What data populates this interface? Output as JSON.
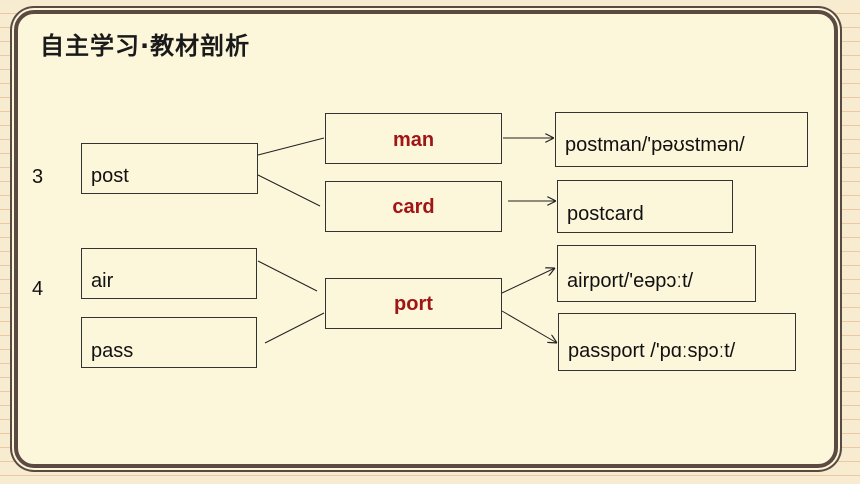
{
  "title": "自主学习·教材剖析",
  "rows": [
    {
      "number": "3",
      "bases": [
        "post"
      ],
      "suffixes": [
        "man",
        "card"
      ],
      "results": [
        "postman/'pəʊstmən/",
        "postcard"
      ]
    },
    {
      "number": "4",
      "bases": [
        "air",
        "pass"
      ],
      "suffixes": [
        "port"
      ],
      "results": [
        "airport/'eəpɔːt/",
        "passport /'pɑːspɔːt/"
      ]
    }
  ]
}
